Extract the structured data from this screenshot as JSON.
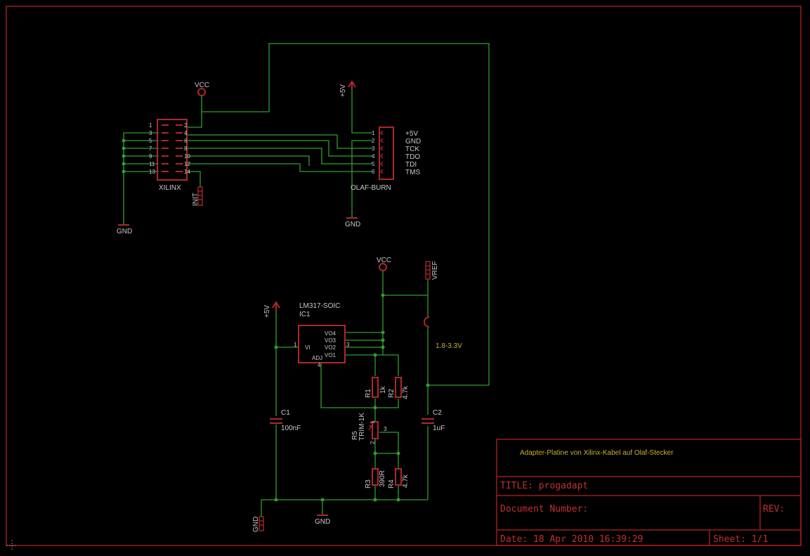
{
  "sheet_labels": {
    "vcc_top": "VCC",
    "p5v_top": "+5V",
    "gnd_xilinx": "GND",
    "gnd_olaf": "GND",
    "init": "INIT",
    "xilinx_name": "XILINX",
    "olaf_name": "OLAF-BURN",
    "vcc_reg": "VCC",
    "vref": "VREF",
    "p5v_reg": "+5V",
    "lm317_value": "LM317-SOIC",
    "ic1": "IC1",
    "vi": "VI",
    "adj": "ADJ",
    "vo4": "VO4",
    "vo3": "VO3",
    "vo2": "VO2",
    "vo1": "VO1",
    "range": "1.8-3.3V",
    "c1": "C1",
    "c1_val": "100nF",
    "c2": "C2",
    "c2_val": "1uF",
    "r1": "R1",
    "r1_val": "1k",
    "r2": "R2",
    "r2_val": "4.7k",
    "r5": "R5",
    "r5_val": "TRIM-1K",
    "r3": "R3",
    "r3_val": "390R",
    "r4": "R4",
    "r4_val": "4.7k",
    "gnd_bottom_a": "GND",
    "gnd_bottom_b": "GND"
  },
  "xilinx_pins_left": [
    "1",
    "3",
    "5",
    "7",
    "9",
    "11",
    "13"
  ],
  "xilinx_pins_right": [
    "2",
    "4",
    "6",
    "8",
    "10",
    "12",
    "14"
  ],
  "olaf_pins": [
    "1",
    "2",
    "3",
    "4",
    "5",
    "6"
  ],
  "olaf_signals": [
    "+5V",
    "GND",
    "TCK",
    "TDO",
    "TDI",
    "TMS"
  ],
  "ic_pins": {
    "p1": "1",
    "p3": "3",
    "p4": "4"
  },
  "r5_pins": {
    "p1": "1",
    "p2": "2",
    "p3": "3"
  },
  "title_block": {
    "description": "Adapter-Platine von Xilinx-Kabel auf Olaf-Stecker",
    "title": "TITLE:  progadapt",
    "doc_number": "Document Number:",
    "rev": "REV:",
    "date": "Date: 18 Apr 2010 16:39:29",
    "sheet": "Sheet: 1/1"
  }
}
